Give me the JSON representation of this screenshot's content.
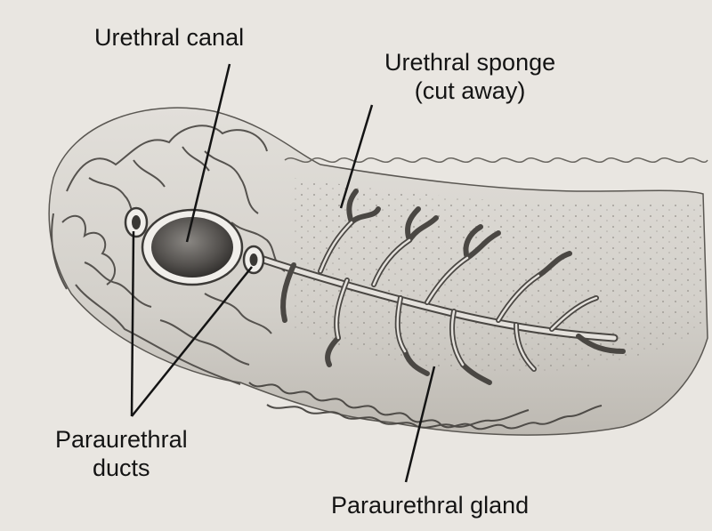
{
  "labels": {
    "urethral_canal": "Urethral canal",
    "urethral_sponge_line1": "Urethral sponge",
    "urethral_sponge_line2": "(cut away)",
    "paraurethral_ducts_line1": "Paraurethral",
    "paraurethral_ducts_line2": "ducts",
    "paraurethral_gland": "Paraurethral gland"
  },
  "colors": {
    "paper": "#e9e6e1",
    "ink": "#141414"
  }
}
